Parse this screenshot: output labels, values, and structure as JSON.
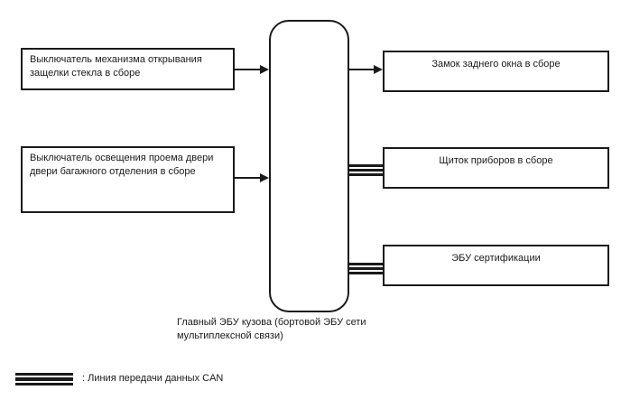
{
  "diagram": {
    "left_boxes": [
      {
        "label": "Выключатель механизма открывания защелки стекла в сборе"
      },
      {
        "label": "Выключатель освещения проема двери двери багажного отделения в сборе"
      }
    ],
    "right_boxes": [
      {
        "label": "Замок заднего окна в сборе",
        "connection": "arrow"
      },
      {
        "label": "Щиток приборов в сборе",
        "connection": "can"
      },
      {
        "label": "ЭБУ сертификации",
        "connection": "can"
      }
    ],
    "center_block_caption": "Главный ЭБУ кузова (бортовой ЭБУ сети мультиплексной связи)",
    "legend": {
      "symbol": "can-line-symbol",
      "label": ": Линия передачи данных CAN"
    },
    "colors": {
      "line": "#1a1a1a",
      "background": "#ffffff"
    }
  }
}
